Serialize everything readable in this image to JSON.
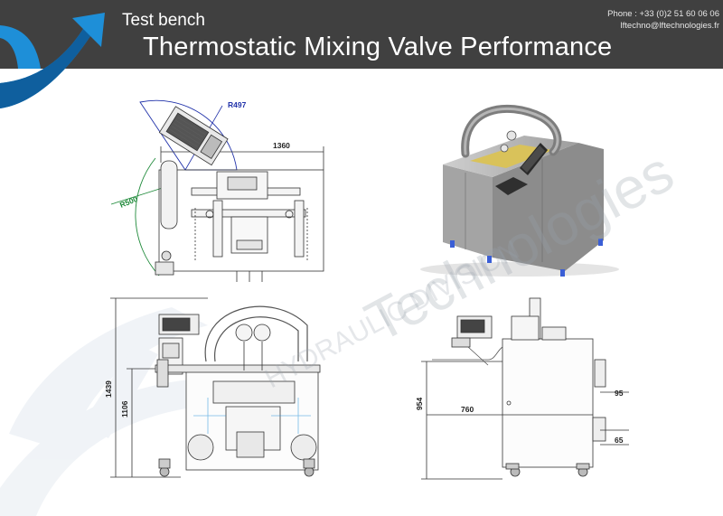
{
  "header": {
    "kicker": "Test bench",
    "title": "Thermostatic Mixing Valve Performance",
    "phone": "Phone : +33 (0)2 51 60 06 06",
    "email": "lftechno@lftechnologies.fr"
  },
  "watermark": {
    "brand": "Technologies",
    "division": "HYDRAULIC DIVISION"
  },
  "dimensions": {
    "top_width": "1360",
    "radius_panel": "R497",
    "radius_swing": "R500",
    "front_height_total": "1439",
    "front_height_body": "1106",
    "side_height": "954",
    "side_depth": "760",
    "side_offset_upper": "95",
    "side_offset_lower": "65"
  },
  "colors": {
    "header_bg": "#404040",
    "accent_blue": "#1e8fd8",
    "panel_radius": "#2233aa",
    "swing_radius": "#1f8a3a",
    "frame_steel": "#9a9a9a"
  }
}
